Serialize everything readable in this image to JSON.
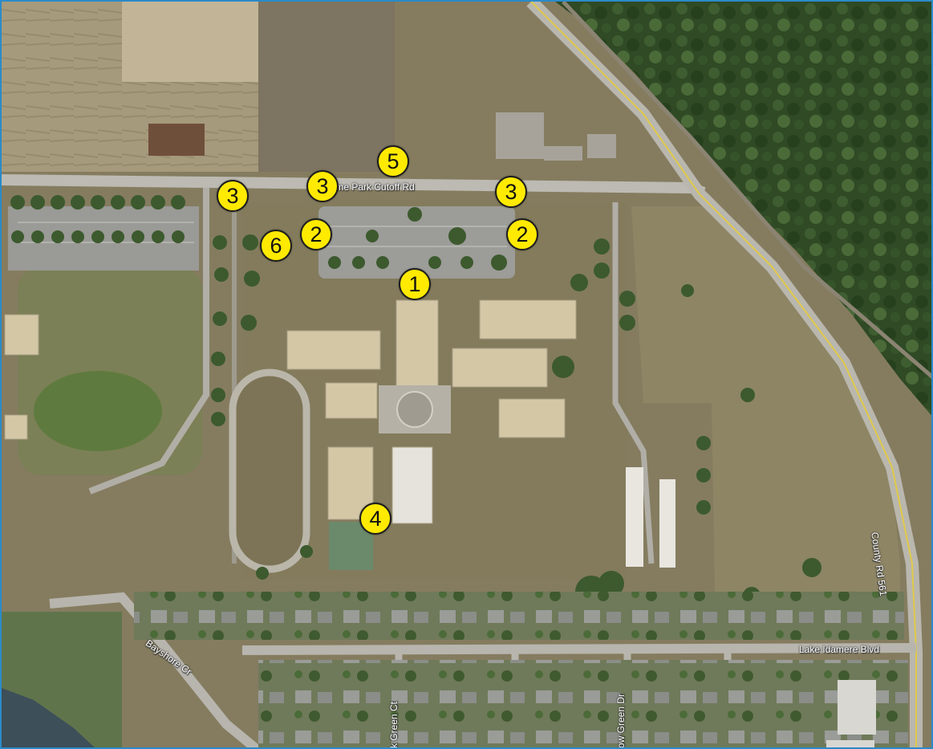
{
  "roads": {
    "cutoff_rd": "Lime Park Cutoff Rd",
    "county_rd": "County Rd 561",
    "idamere": "Lake Idamere Blvd",
    "bayshore": "Bayshore Cr",
    "green_ct": "k Green Ct",
    "green_dr": "ow Green Dr"
  },
  "markers": [
    "1",
    "2",
    "2",
    "3",
    "3",
    "3",
    "4",
    "5",
    "6"
  ]
}
